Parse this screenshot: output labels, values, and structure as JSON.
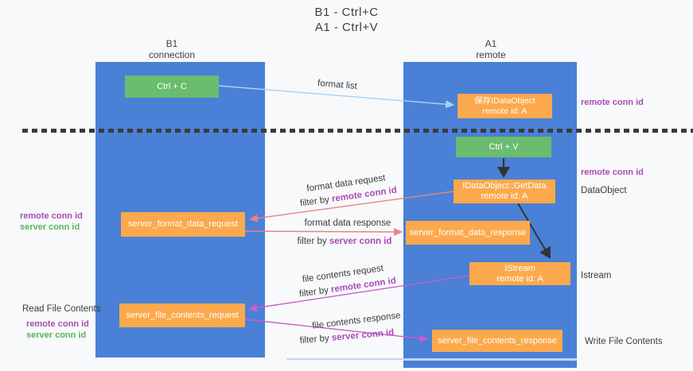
{
  "title": {
    "line1": "B1 - Ctrl+C",
    "line2": "A1 - Ctrl+V"
  },
  "lanes": {
    "left": {
      "title": "B1",
      "subtitle": "connection"
    },
    "right": {
      "title": "A1",
      "subtitle": "remote"
    }
  },
  "nodes": {
    "ctrl_c": {
      "label": "Ctrl + C"
    },
    "ctrl_v": {
      "label": "Ctrl + V"
    },
    "save_idataobject": {
      "line1": "保存IDataObject",
      "line2": "remote id: A"
    },
    "getdata": {
      "line1": "IDataObject::GetData",
      "line2": "remote id: A"
    },
    "istream": {
      "line1": "IStream",
      "line2": "remote id: A"
    },
    "format_request": {
      "label": "server_format_data_request"
    },
    "format_response": {
      "label": "server_format_data_response"
    },
    "file_request": {
      "label": "server_file_contents_request"
    },
    "file_response": {
      "label": "server_file_contents_response"
    }
  },
  "arrows": {
    "format_list": {
      "label": "format list"
    },
    "format_request": {
      "label": "format data request",
      "filter_prefix": "filter by ",
      "filter_key": "remote conn id"
    },
    "format_response": {
      "label": "format data response",
      "filter_prefix": "filter by ",
      "filter_key": "server conn id"
    },
    "file_request": {
      "label": "file contents request",
      "filter_prefix": "filter by ",
      "filter_key": "remote conn id"
    },
    "file_response": {
      "label": "file contents response",
      "filter_prefix": "filter by ",
      "filter_key": "server conn id"
    }
  },
  "side_labels": {
    "remote_conn_id_top": "remote conn id",
    "remote_conn_id_mid": "remote conn id",
    "dataobject": "DataObject",
    "istream": "Istream",
    "write_file_contents": "Write File Contents",
    "read_file_contents": "Read File Contents",
    "left_remote_1": "remote conn id",
    "left_server_1": "server conn id",
    "left_remote_2": "remote conn id",
    "left_server_2": "server conn id"
  },
  "colors": {
    "lane_blue": "#4a80d6",
    "node_green": "#6abd6e",
    "node_orange": "#fba94c",
    "arrow_lightblue": "#a9d3f0",
    "arrow_salmon": "#e88383",
    "arrow_magenta": "#c85fc8",
    "arrow_black": "#333333",
    "text_purple": "#a84cb4",
    "text_green": "#56b45c"
  }
}
